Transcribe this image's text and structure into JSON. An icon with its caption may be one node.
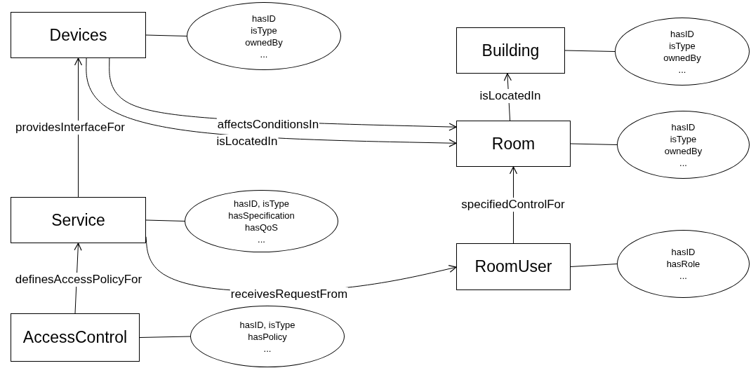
{
  "diagram": {
    "nodes": [
      {
        "text": [
          "Devices"
        ]
      },
      {
        "text": [
          "hasID",
          "isType",
          "ownedBy",
          "..."
        ]
      },
      {
        "text": [
          "Building"
        ]
      },
      {
        "text": [
          "hasID",
          "isType",
          "ownedBy",
          "..."
        ]
      },
      {
        "text": [
          "Room"
        ]
      },
      {
        "text": [
          "hasID",
          "isType",
          "ownedBy",
          "..."
        ]
      },
      {
        "text": [
          "Service"
        ]
      },
      {
        "text": [
          "hasID, isType",
          "hasSpecification",
          "hasQoS",
          "..."
        ]
      },
      {
        "text": [
          "RoomUser"
        ]
      },
      {
        "text": [
          "hasID",
          "hasRole",
          "..."
        ]
      },
      {
        "text": [
          "AccessControl"
        ]
      },
      {
        "text": [
          "hasID, isType",
          "hasPolicy",
          "..."
        ]
      }
    ],
    "edges": [
      {
        "from": 0,
        "to": 1,
        "arrow": "none"
      },
      {
        "from": 2,
        "to": 3,
        "arrow": "none"
      },
      {
        "from": 4,
        "to": 5,
        "arrow": "none"
      },
      {
        "from": 6,
        "to": 7,
        "arrow": "none"
      },
      {
        "from": 8,
        "to": 9,
        "arrow": "none"
      },
      {
        "from": 10,
        "to": 11,
        "arrow": "none"
      },
      {
        "from": 6,
        "to": 0,
        "arrow": "to",
        "label": "providesInterfaceFor"
      },
      {
        "from": 0,
        "to": 4,
        "arrow": "to",
        "label": "affectsConditionsIn"
      },
      {
        "from": 0,
        "to": 4,
        "arrow": "to",
        "label": "isLocatedIn"
      },
      {
        "from": 4,
        "to": 2,
        "arrow": "to",
        "label": "isLocatedIn"
      },
      {
        "from": 8,
        "to": 4,
        "arrow": "to",
        "label": "specifiedControlFor"
      },
      {
        "from": 6,
        "to": 8,
        "arrow": "to",
        "label": "receivesRequestFrom"
      },
      {
        "from": 10,
        "to": 6,
        "arrow": "to",
        "label": "definesAccessPolicyFor"
      }
    ]
  }
}
